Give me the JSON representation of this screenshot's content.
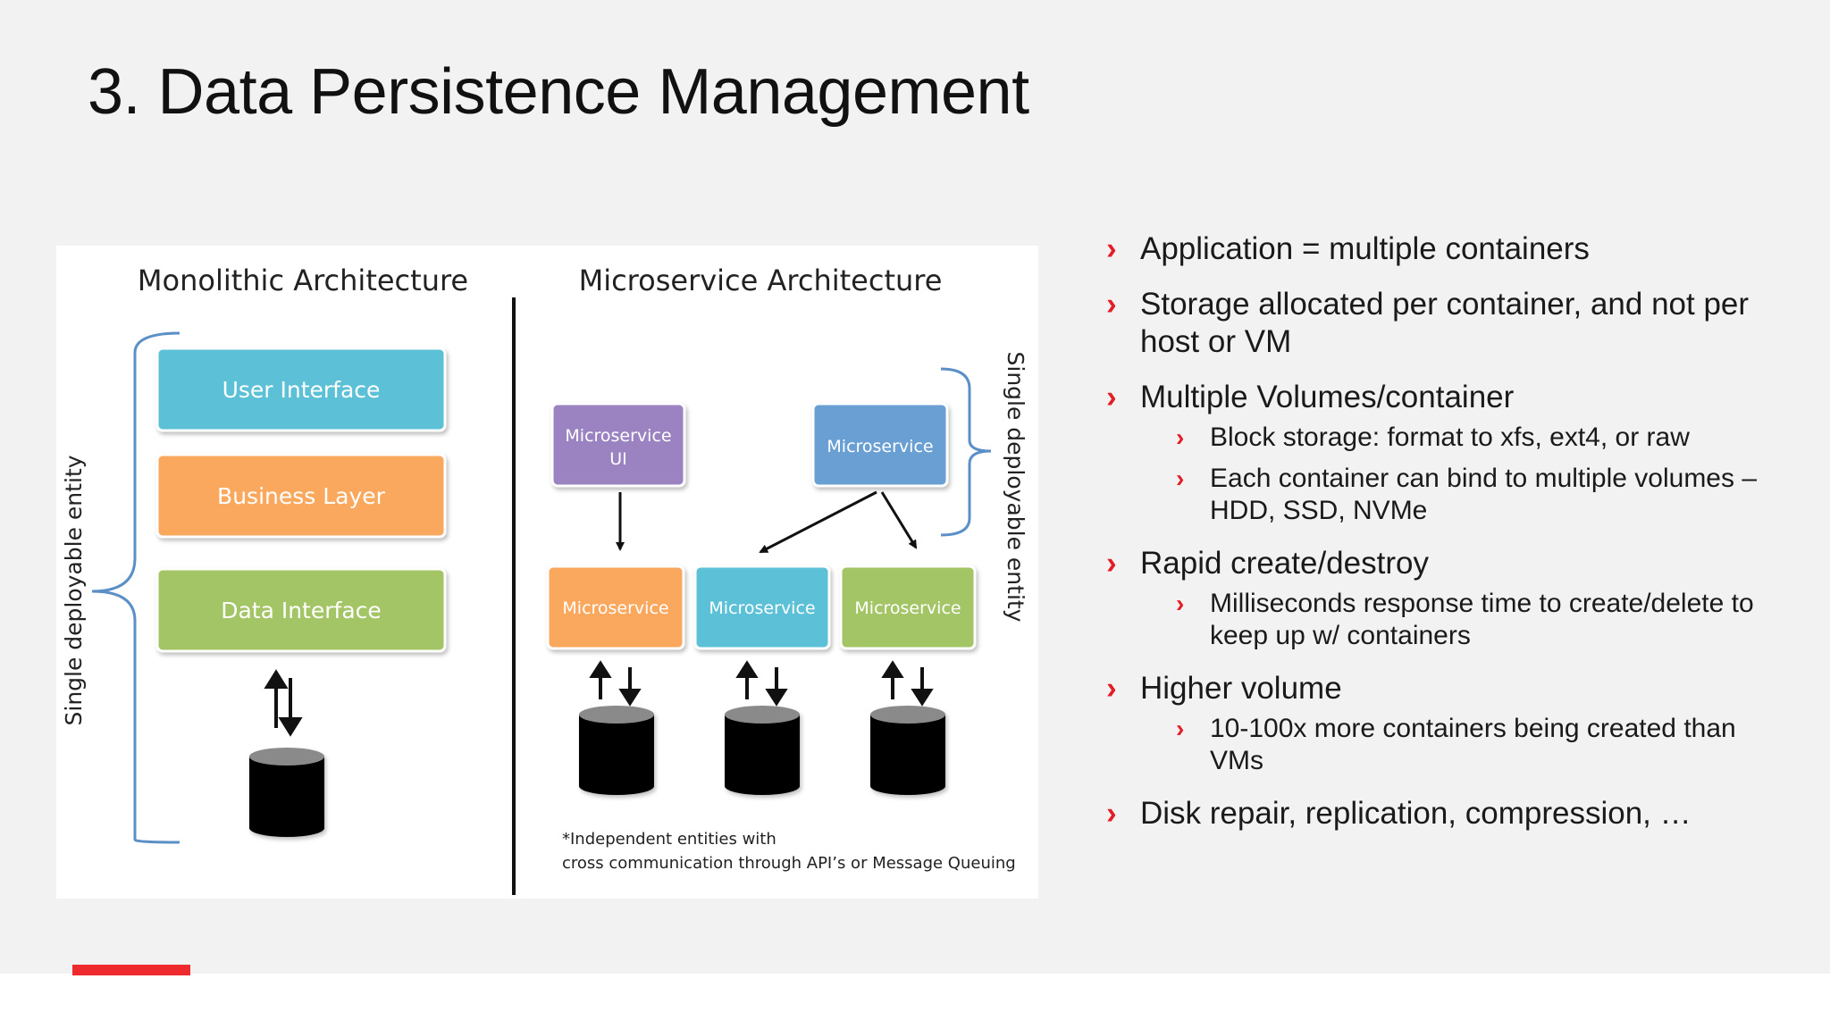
{
  "slide": {
    "title": "3. Data Persistence Management"
  },
  "diagram": {
    "monolithic": {
      "heading": "Monolithic Architecture",
      "side_label": "Single deployable entity",
      "layers": [
        {
          "label": "User Interface",
          "color": "#5bc1d6"
        },
        {
          "label": "Business Layer",
          "color": "#fba85f"
        },
        {
          "label": "Data Interface",
          "color": "#a3c566"
        }
      ]
    },
    "microservice": {
      "heading": "Microservice Architecture",
      "side_label": "Single deployable entity",
      "ui_service": {
        "label_line1": "Microservice",
        "label_line2": "UI",
        "color": "#9b83c2"
      },
      "top_service": {
        "label": "Microservice",
        "color": "#6a9fd4"
      },
      "services": [
        {
          "label": "Microservice",
          "color": "#fba85f"
        },
        {
          "label": "Microservice",
          "color": "#5bc1d6"
        },
        {
          "label": "Microservice",
          "color": "#a3c566"
        }
      ],
      "footnote_line1": "*Independent entities with",
      "footnote_line2": "cross communication through API’s or Message Queuing"
    }
  },
  "bullets": [
    {
      "text": "Application = multiple containers",
      "subs": []
    },
    {
      "text": "Storage allocated per container, and not per host or VM",
      "subs": []
    },
    {
      "text": "Multiple Volumes/container",
      "subs": [
        "Block storage: format to xfs, ext4, or raw",
        "Each container can bind to multiple volumes – HDD, SSD, NVMe"
      ]
    },
    {
      "text": "Rapid create/destroy",
      "subs": [
        "Milliseconds response time to create/delete to keep up w/ containers"
      ]
    },
    {
      "text": "Higher volume",
      "subs": [
        "10-100x more containers being created than VMs"
      ]
    },
    {
      "text": "Disk repair, replication, compression, …",
      "subs": []
    }
  ],
  "colors": {
    "accent": "#ee2a2e",
    "bullet_marker": "#e41e26",
    "bracket": "#5b8fc7",
    "background": "#f2f2f3"
  }
}
